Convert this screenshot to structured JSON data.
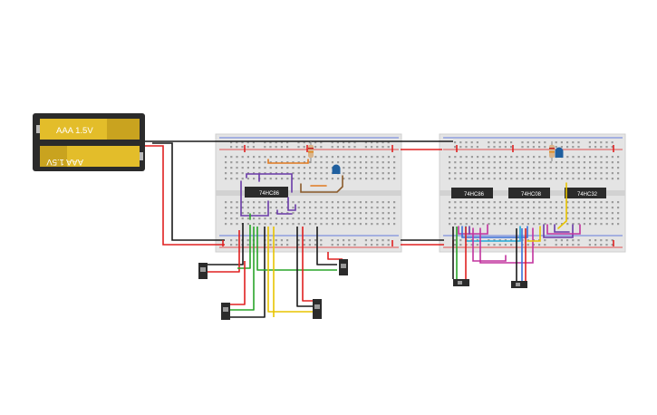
{
  "battery": {
    "cell_top_label": "AAA 1.5V",
    "cell_bottom_label": "AAA 1.5V",
    "body_color": "#2b2b2b",
    "cell_color": "#e3bd2a"
  },
  "chips": {
    "chip_1": "74HC86",
    "chip_2": "74HC86",
    "chip_3": "74HC08",
    "chip_4": "74HC32"
  },
  "colors": {
    "wire_red": "#e02020",
    "wire_black": "#1a1a1a",
    "wire_green": "#2aa52a",
    "wire_yellow": "#e8c400",
    "wire_purple": "#6a3aa8",
    "wire_magenta": "#c2339e",
    "wire_blue": "#3a6fd8",
    "wire_cyan": "#22a9d8",
    "wire_orange": "#e07a20",
    "wire_brown": "#8a5a2a",
    "led_blue": "#1f5f9f",
    "breadboard": "#e6e6e6"
  },
  "components": {
    "leds": 2,
    "resistors": 2,
    "switches": 6
  }
}
